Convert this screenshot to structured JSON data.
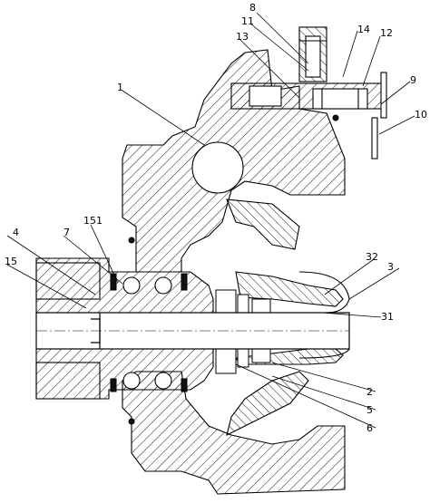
{
  "colors": {
    "ink": "#000000",
    "paper": "#ffffff",
    "seal": "#111111"
  },
  "labels": {
    "l8": "8",
    "l11": "11",
    "l13": "13",
    "l14": "14",
    "l12": "12",
    "l9": "9",
    "l10": "10",
    "l1": "1",
    "l151": "151",
    "l4": "4",
    "l7": "7",
    "l15": "15",
    "l32": "32",
    "l3": "3",
    "l31": "31",
    "l2": "2",
    "l5": "5",
    "l6": "6"
  }
}
